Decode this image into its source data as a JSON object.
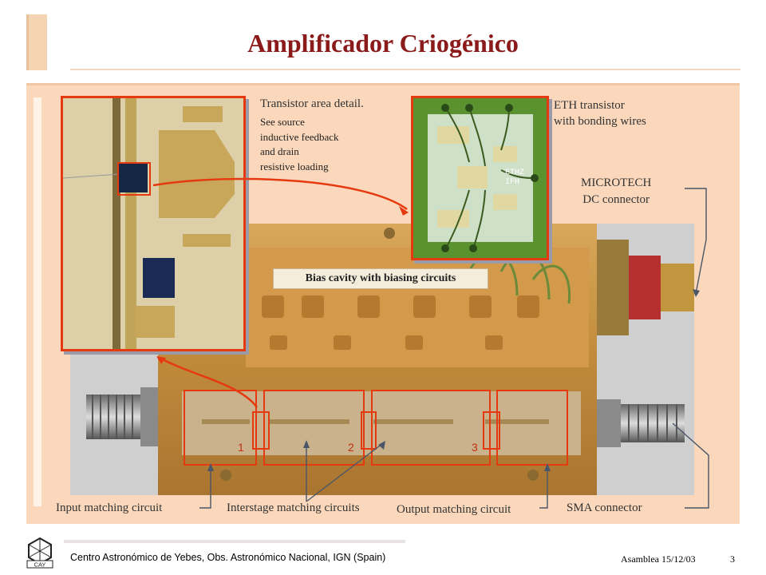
{
  "slide": {
    "title": "Amplificador Criogénico"
  },
  "labels": {
    "transistor_detail": "Transistor area detail.",
    "transistor_detail_sub": [
      "See source",
      "inductive feedback",
      "and drain",
      "resistive loading"
    ],
    "eth_transistor": [
      "ETH transistor",
      "with bonding wires"
    ],
    "microtech": [
      "MICROTECH",
      "DC connector"
    ],
    "bias_cavity": "Bias cavity with biasing circuits",
    "input_matching": "Input matching circuit",
    "interstage_matching": "Interstage matching circuits",
    "output_matching": "Output matching circuit",
    "sma_connector": "SMA connector",
    "transistor_numbers": [
      "1",
      "2",
      "3"
    ],
    "chip_text": [
      "ETHZ",
      "IFH"
    ]
  },
  "footer": {
    "institution": "Centro Astronómico de Yebes, Obs. Astronómico Nacional, IGN (Spain)",
    "event": "Asamblea 15/12/03",
    "page": "3",
    "logo_text": "CAY"
  },
  "colors": {
    "title": "#8b1a1a",
    "panel": "#fbd8bb",
    "highlight": "#e53a10",
    "gold": "#c8963e"
  }
}
